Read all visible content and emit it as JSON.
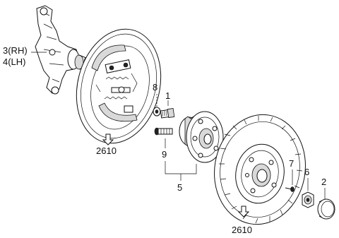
{
  "diagram": {
    "labels": {
      "knuckle_rh": "3(RH)",
      "knuckle_lh": "4(LH)",
      "bolt": "1",
      "hub_cap": "2",
      "hub_assy": "5",
      "nut": "6",
      "screw": "7",
      "washer": "8",
      "hub_bolt": "9",
      "brake_assy_ref": "2610",
      "drum_ref": "2610"
    }
  }
}
